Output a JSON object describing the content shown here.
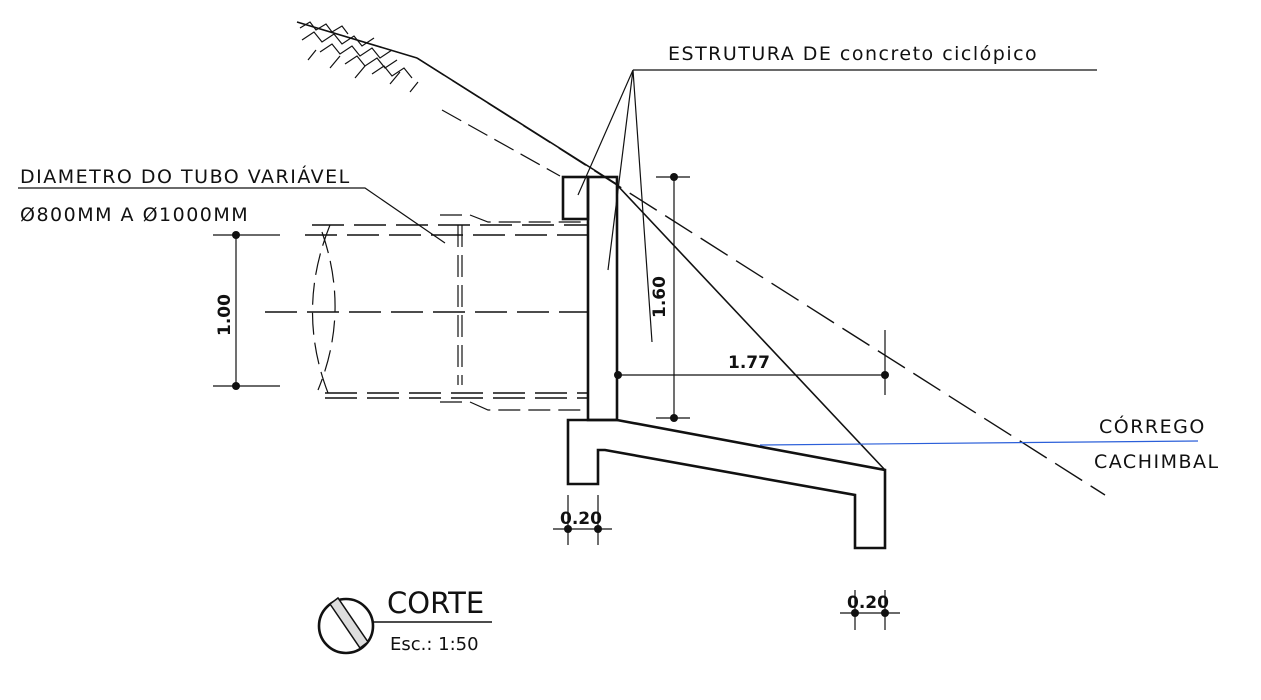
{
  "labels": {
    "structure": "ESTRUTURA DE concreto ciclópico",
    "pipe_line1": "DIAMETRO DO TUBO VARIÁVEL",
    "pipe_line2": "Ø800MM A Ø1000MM",
    "stream_line1": "CÓRREGO",
    "stream_line2": "CACHIMBAL"
  },
  "dimensions": {
    "pipe_height": "1.00",
    "wall_height": "1.60",
    "wing_length": "1.77",
    "left_footing": "0.20",
    "right_footing": "0.20"
  },
  "title_block": {
    "title": "CORTE",
    "scale": "Esc.: 1:50"
  },
  "colors": {
    "stream_leader": "#2b5fd9",
    "line": "#111111"
  }
}
